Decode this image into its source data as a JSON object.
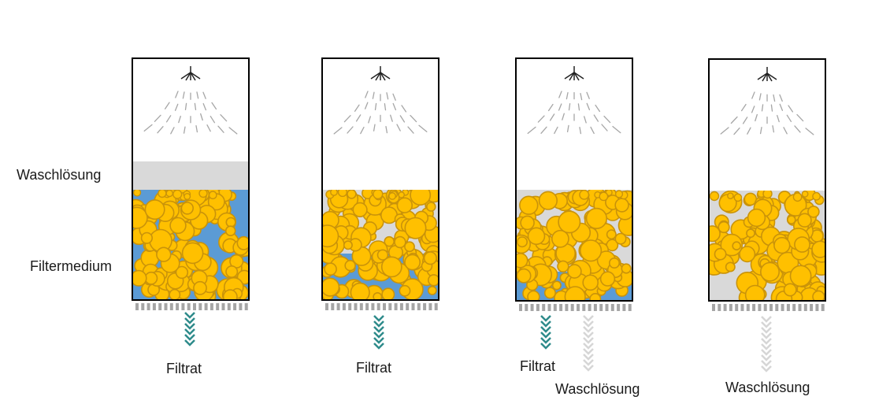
{
  "labels": {
    "wash_solution": "Waschlösung",
    "filter_medium": "Filtermedium",
    "filtrate": "Filtrat"
  },
  "colors": {
    "particle": "#ffc000",
    "particle_edge": "#c9930a",
    "liquid_blue": "#5b9bd5",
    "wash_gray": "#d9d9d9",
    "spray": "#a6a6a6",
    "filtrate_arrow": "#2e8b8b",
    "wash_arrow": "#d6d6d6",
    "frame": "#000000",
    "filter_cloth": "#a6a6a6"
  },
  "stages": [
    {
      "id": "stage-1",
      "outputs": [
        "Filtrat"
      ],
      "wash_layer_above_cake": true,
      "blue_fill_fraction": 1.0
    },
    {
      "id": "stage-2",
      "outputs": [
        "Filtrat"
      ],
      "wash_layer_above_cake": false,
      "blue_fill_fraction": 0.4
    },
    {
      "id": "stage-3",
      "outputs": [
        "Filtrat",
        "Waschlösung"
      ],
      "wash_layer_above_cake": false,
      "blue_fill_fraction": 0.2
    },
    {
      "id": "stage-4",
      "outputs": [
        "Waschlösung"
      ],
      "wash_layer_above_cake": false,
      "blue_fill_fraction": 0.0
    }
  ]
}
